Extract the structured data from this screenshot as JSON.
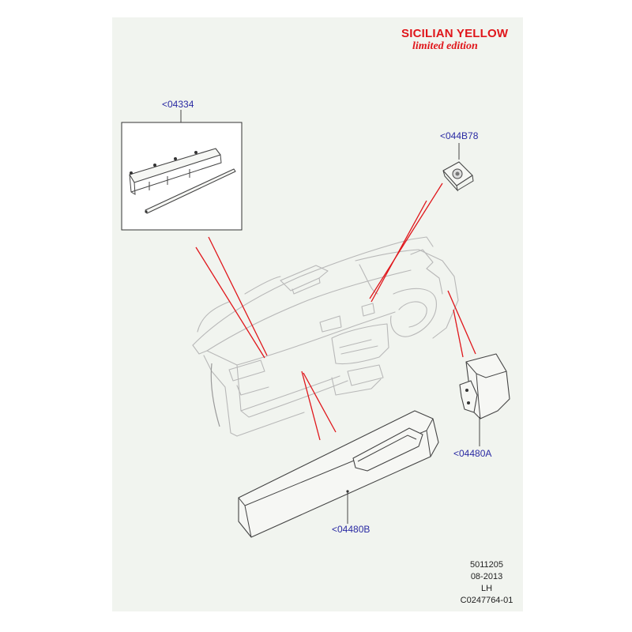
{
  "header": {
    "title": "SICILIAN YELLOW",
    "subtitle": "limited edition"
  },
  "callouts": {
    "top_left": "<04334",
    "top_right": "<044B78",
    "right": "<04480A",
    "bottom": "<04480B"
  },
  "footer": {
    "number": "5011205",
    "date": "08-2013",
    "side": "LH",
    "code": "C0247764-01"
  },
  "colors": {
    "title_red": "#e0161b",
    "callout_blue": "#2a2aa3",
    "sheet_bg": "#f1f4ef"
  }
}
